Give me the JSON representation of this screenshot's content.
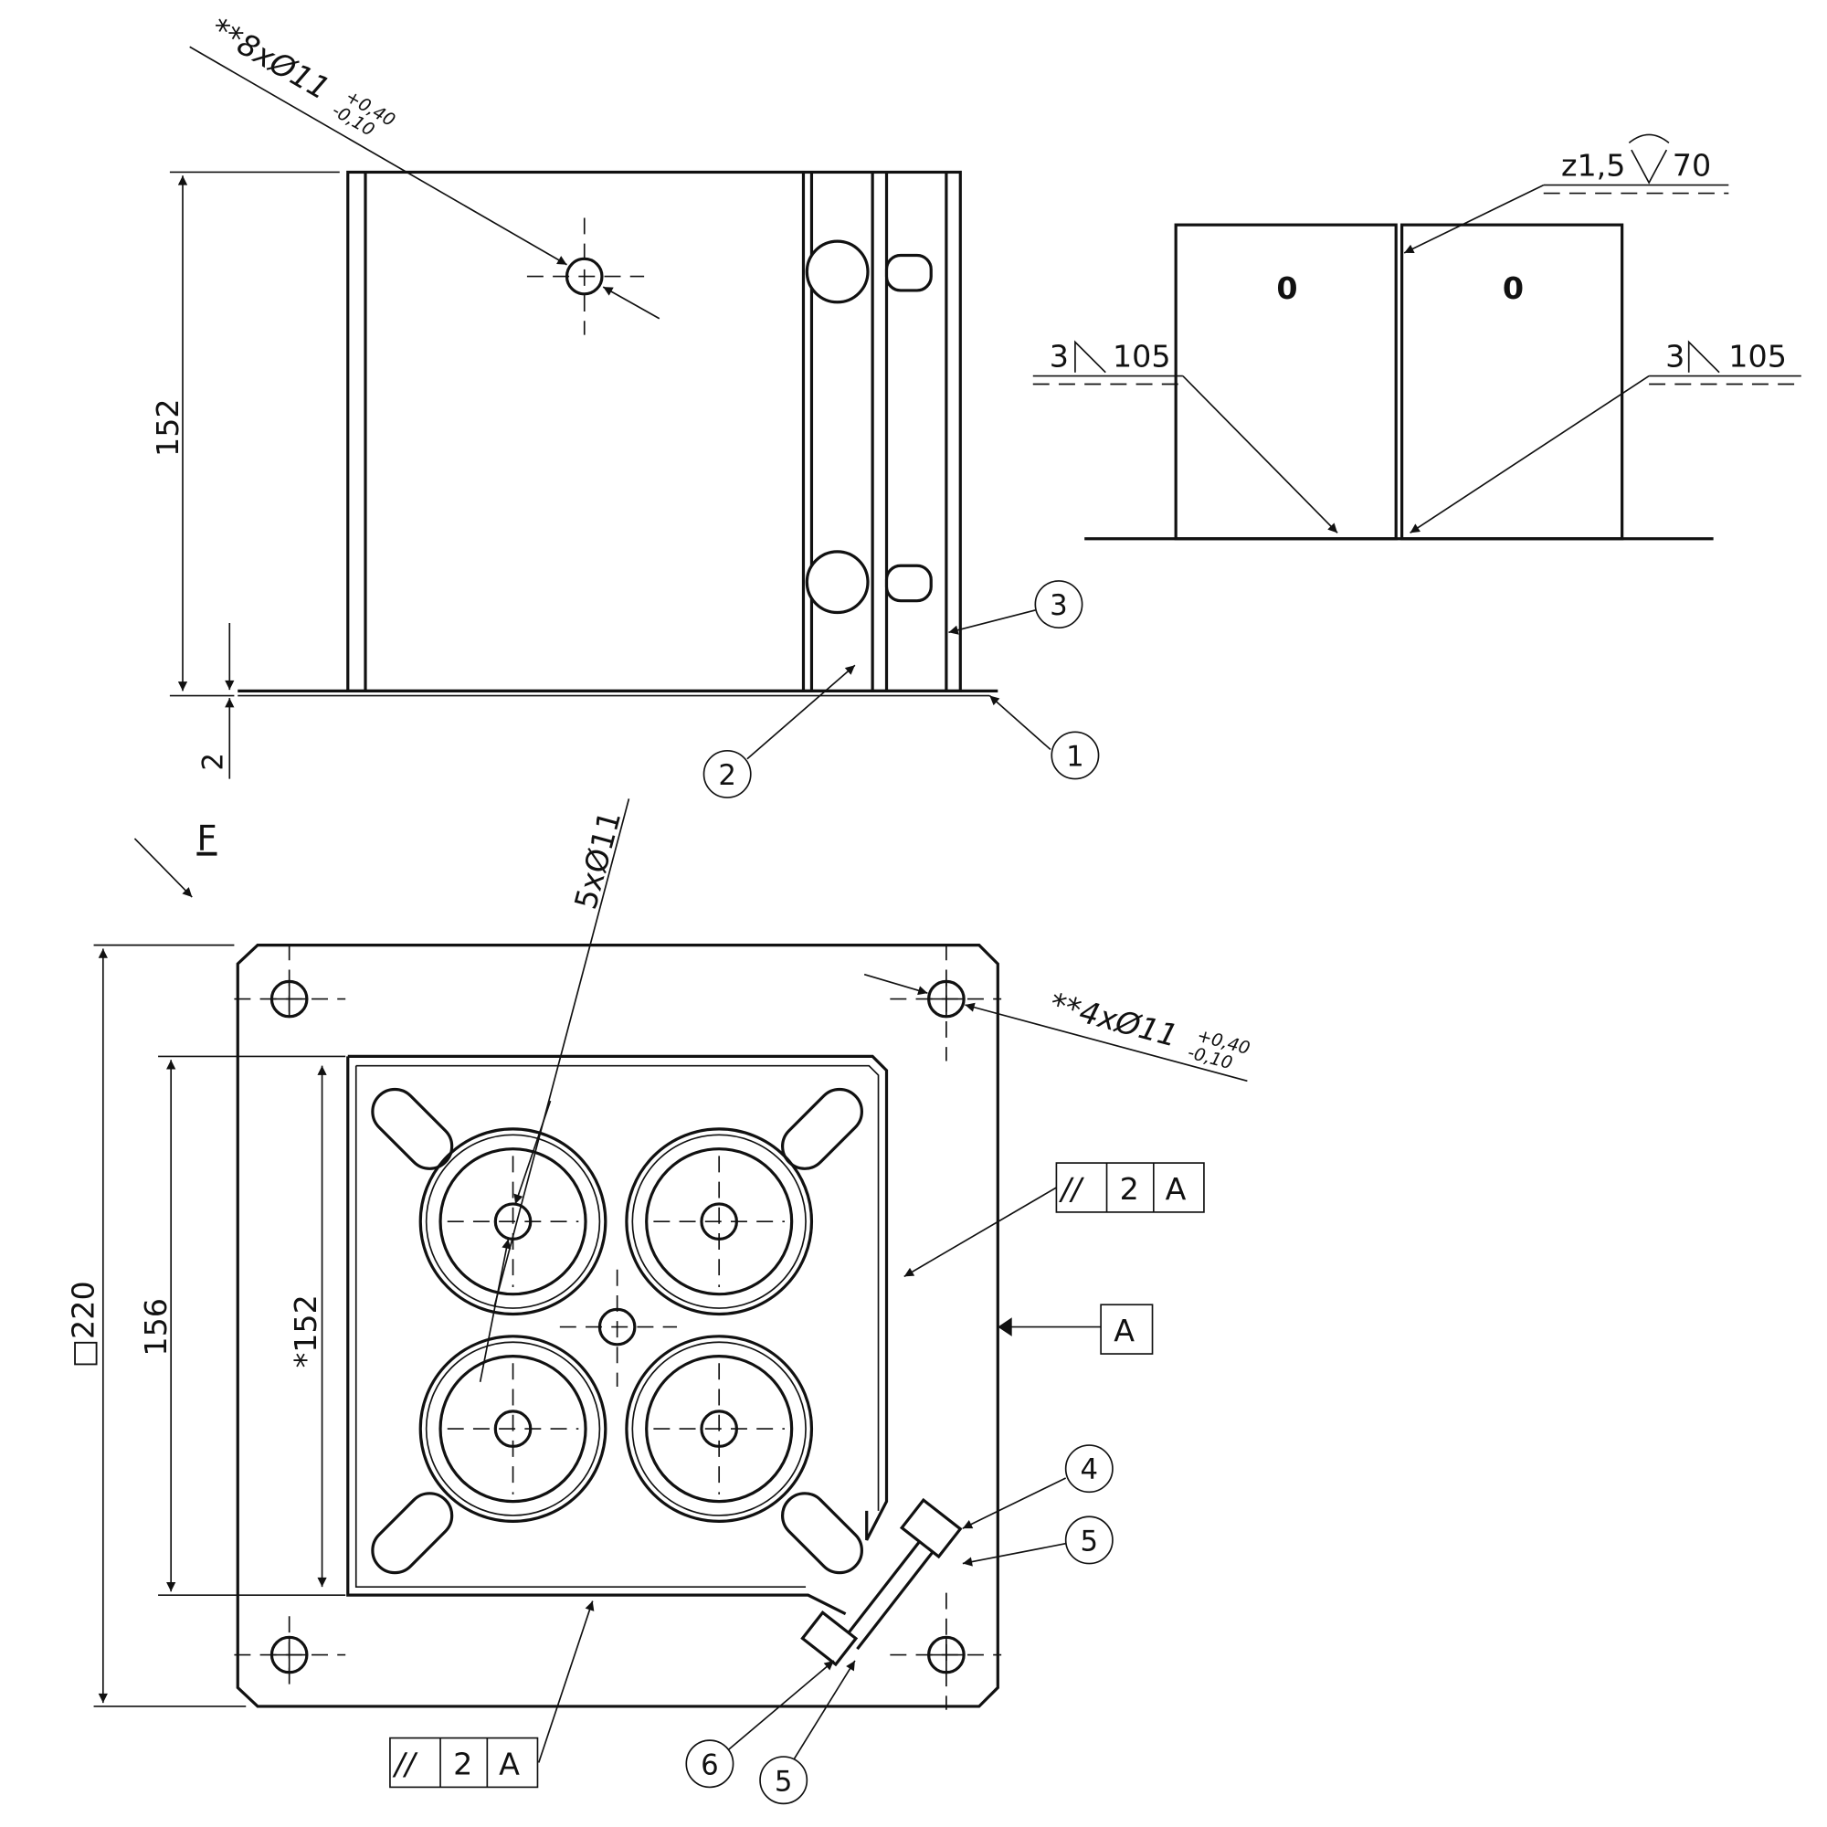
{
  "top_view": {
    "hole_callout": "**8xØ11",
    "tol_upper": "+0,40",
    "tol_lower": "-0,10",
    "height_dim": "152",
    "thickness_dim": "2"
  },
  "side_view": {
    "weld_top": "z1,5",
    "weld_top_len": "70",
    "weld_left_size": "3",
    "weld_left_len": "105",
    "weld_right_size": "3",
    "weld_right_len": "105",
    "mark_left": "0",
    "mark_right": "0"
  },
  "view_label": "F",
  "bottom_view": {
    "holes_callout": "5xØ11",
    "corner_callout": "**4xØ11",
    "tol_upper": "+0,40",
    "tol_lower": "-0,10",
    "square_dim": "□220",
    "dim_156": "156",
    "dim_152": "*152",
    "tolerance_frame_1": {
      "symbol": "//",
      "value": "2",
      "datum": "A"
    },
    "tolerance_frame_2": {
      "symbol": "//",
      "value": "2",
      "datum": "A"
    },
    "datum": "A"
  },
  "balloons": [
    "1",
    "2",
    "3",
    "4",
    "5",
    "5",
    "6"
  ]
}
